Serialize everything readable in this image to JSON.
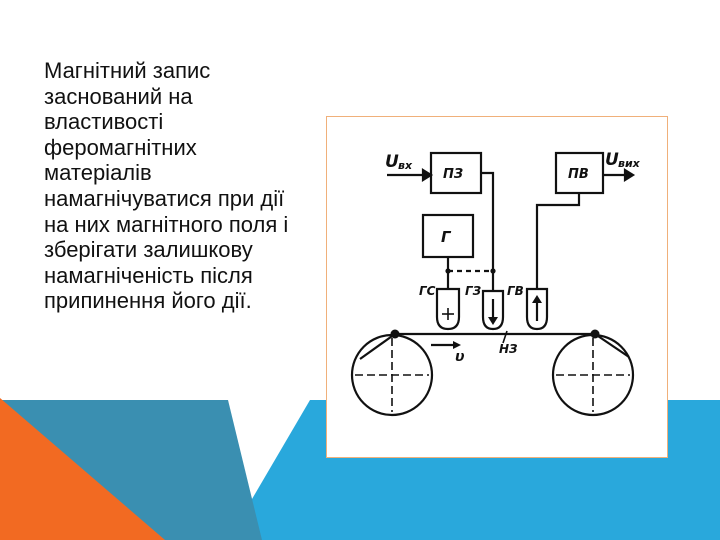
{
  "slide": {
    "text": "Магнітний запис заснований на властивості феромагнітних матеріалів намагнічуватися при дії на них магнітного поля і зберігати залишкову намагніченість після припинення його дії.",
    "colors": {
      "orange": "#f26a22",
      "teal": "#3a8fb1",
      "cyan": "#29a8dc",
      "frame": "#f0b07a",
      "text": "#111111"
    }
  },
  "diagram": {
    "u_in_symbol": "U",
    "u_in_sub": "вх",
    "u_out_symbol": "U",
    "u_out_sub": "вих",
    "block_pz": "ПЗ",
    "block_pv": "ПВ",
    "block_g": "Г",
    "head_gs": "ГС",
    "head_gz": "ГЗ",
    "head_gv": "ГВ",
    "tape_label": "НЗ",
    "speed_symbol": "υ"
  }
}
